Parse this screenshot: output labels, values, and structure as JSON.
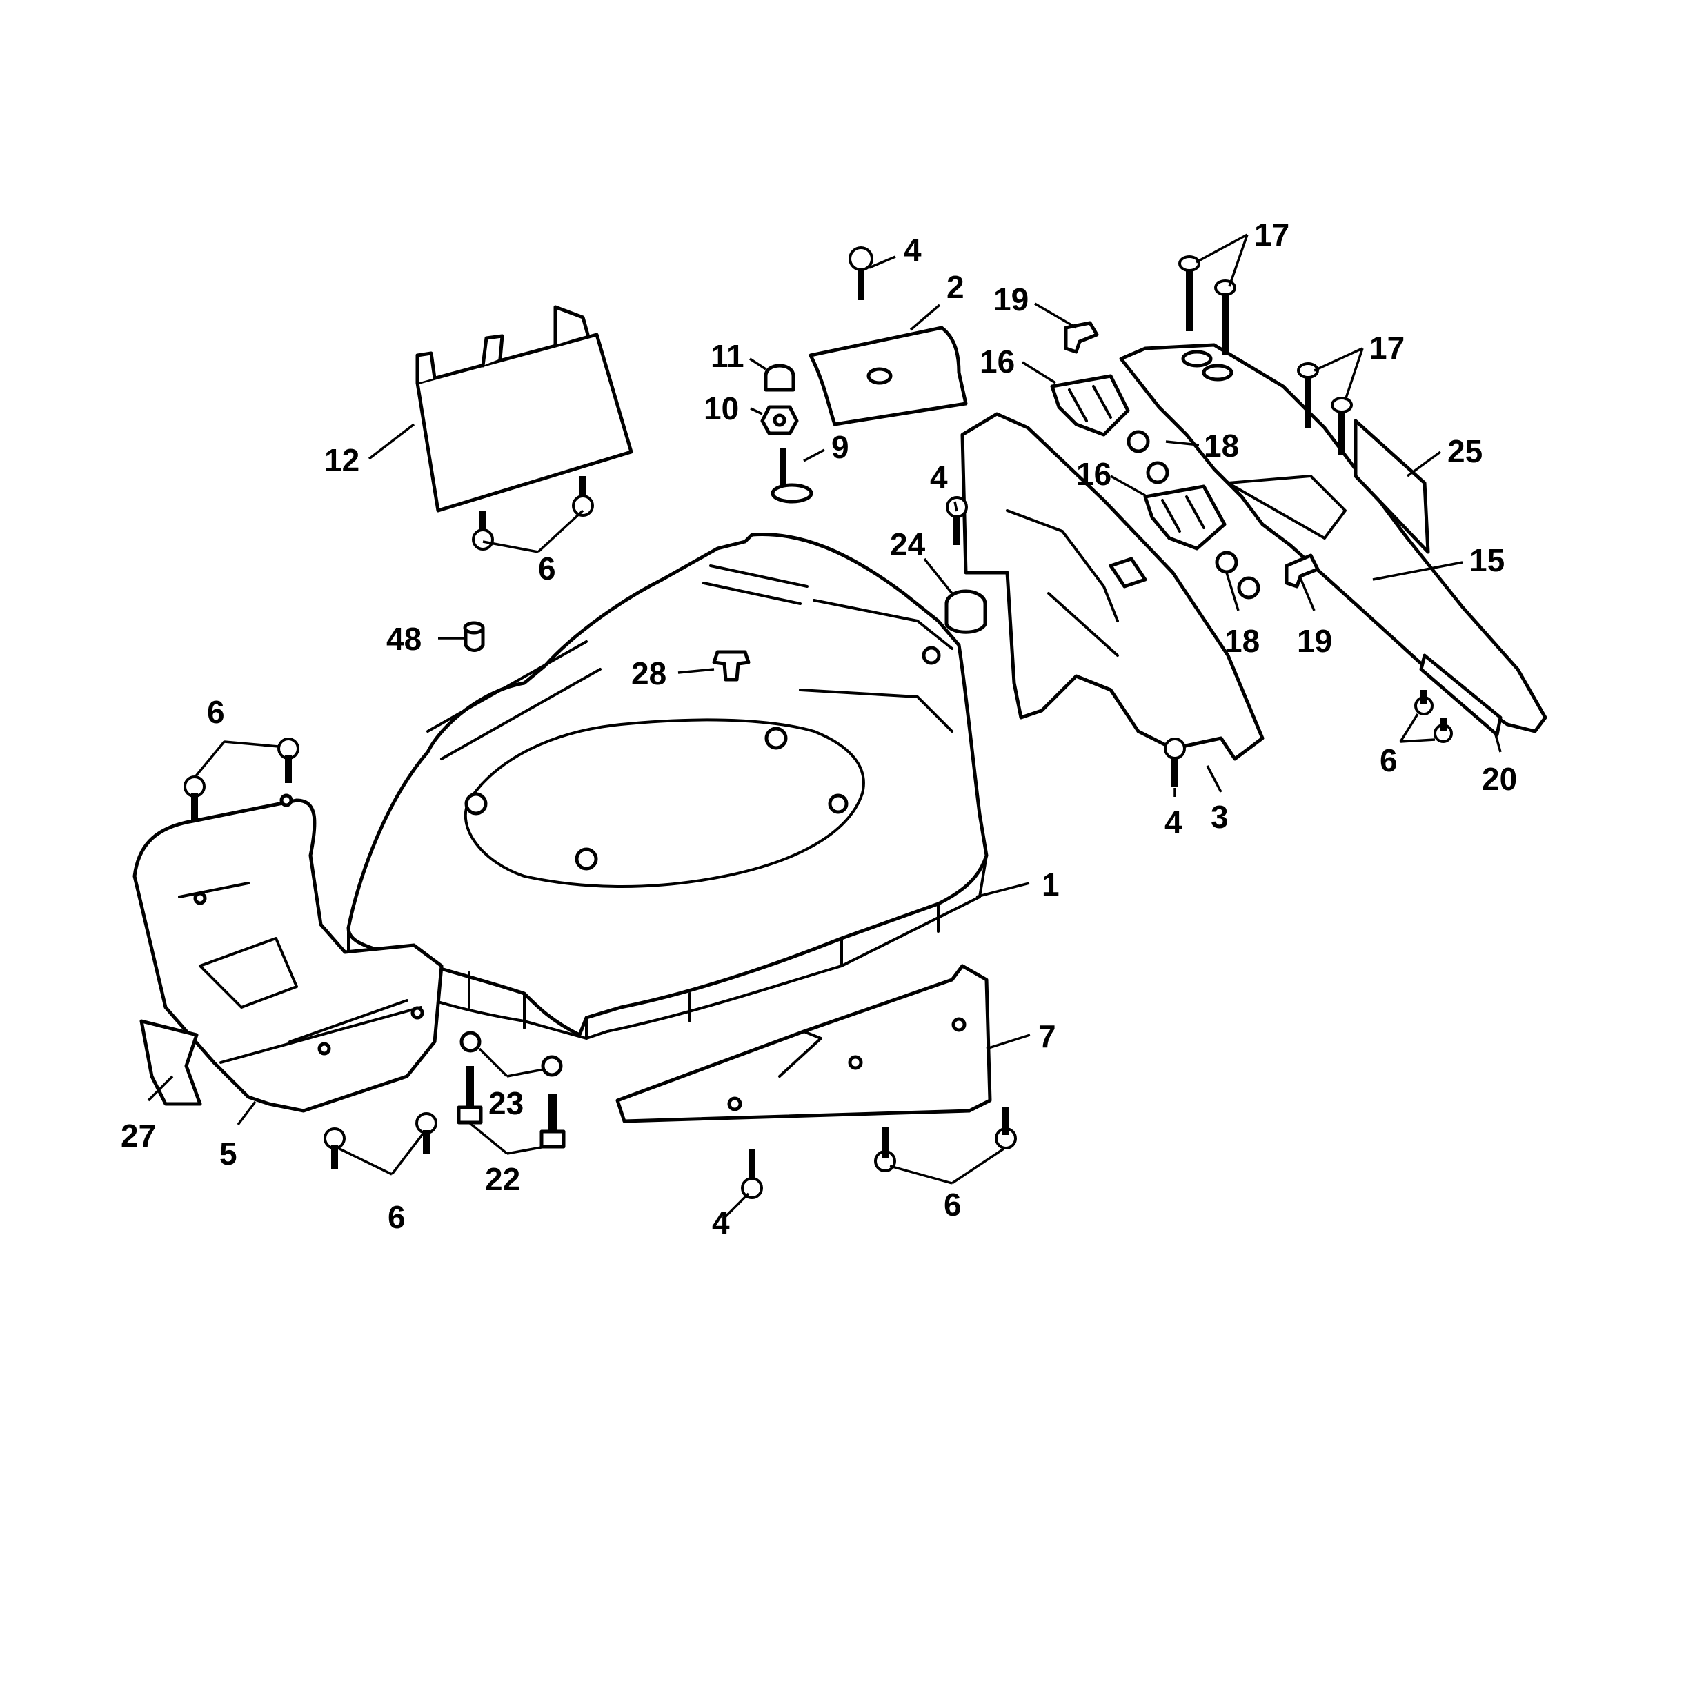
{
  "diagram": {
    "callouts": [
      "4",
      "2",
      "17",
      "19",
      "11",
      "16",
      "17",
      "10",
      "12",
      "9",
      "18",
      "25",
      "4",
      "16",
      "24",
      "6",
      "15",
      "48",
      "28",
      "18",
      "19",
      "6",
      "6",
      "4",
      "3",
      "20",
      "1",
      "7",
      "23",
      "27",
      "5",
      "22",
      "6",
      "4",
      "6"
    ],
    "colors": {
      "line": "#000000",
      "paper": "#ffffff"
    }
  }
}
